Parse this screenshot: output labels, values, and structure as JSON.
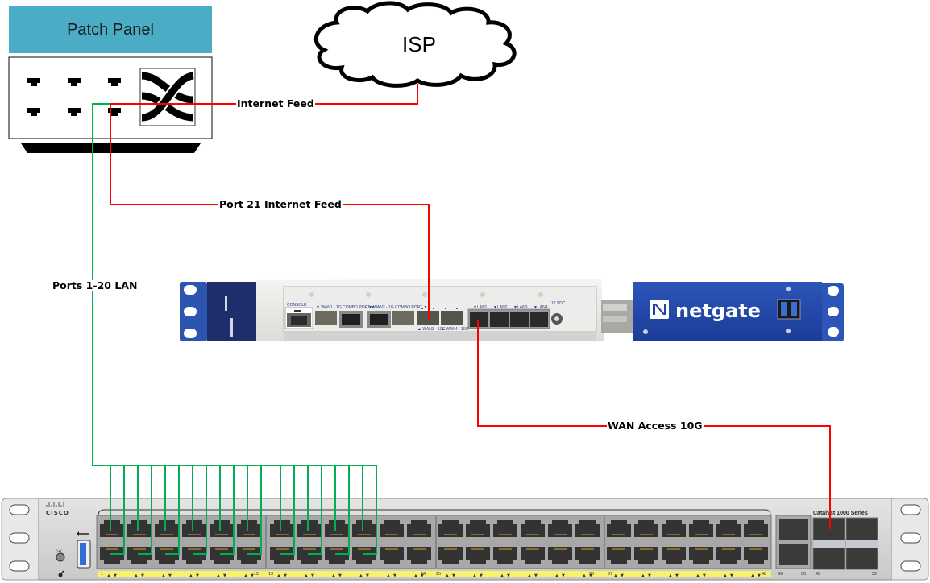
{
  "diagram": {
    "title": "Network Topology",
    "patch_panel": {
      "title": "Patch Panel",
      "port_rows": 2,
      "ports_per_row": 3,
      "icon": "crossover-icon"
    },
    "isp": {
      "label": "ISP",
      "icon": "cloud-icon"
    },
    "firewall": {
      "brand": "netgate",
      "ports": {
        "console": "CONSOLE",
        "wan1": "▼ WAN1 - 1G COMBO PORT ▼",
        "wan2": "▼ WAN2 - 1G COMBO PORT ▼",
        "wan3": "▲ WAN3 - 10G",
        "wan4": "▲ WAN4 - 10G",
        "lan": [
          "▼LAN1",
          "▼LAN2",
          "▼LAN3",
          "▼LAN4"
        ],
        "power": "12 VDC"
      }
    },
    "switch": {
      "brand": "CISCO",
      "model": "Catalyst 1000 Series",
      "port_labels": [
        "1",
        "12",
        "13",
        "24",
        "25",
        "36",
        "37",
        "48",
        "49",
        "50",
        "49",
        "52"
      ],
      "rj45_groups": 4,
      "ports_per_group": 12
    },
    "connections": [
      {
        "id": "internet-feed",
        "label": "Internet Feed",
        "color": "#ff0000",
        "from": "ISP",
        "to": "Patch Panel"
      },
      {
        "id": "port21-internet-feed",
        "label": "Port 21 Internet Feed",
        "color": "#ff0000",
        "from": "Patch Panel",
        "to": "netgate WAN3 - 10G"
      },
      {
        "id": "wan-access-10g",
        "label": "WAN Access 10G",
        "color": "#ff0000",
        "from": "netgate LAN1",
        "to": "Catalyst SFP 49"
      },
      {
        "id": "lan-ports",
        "label": "Ports 1-20 LAN",
        "color": "#00b050",
        "from": "Patch Panel",
        "to": "Switch ports 1-20"
      }
    ]
  }
}
